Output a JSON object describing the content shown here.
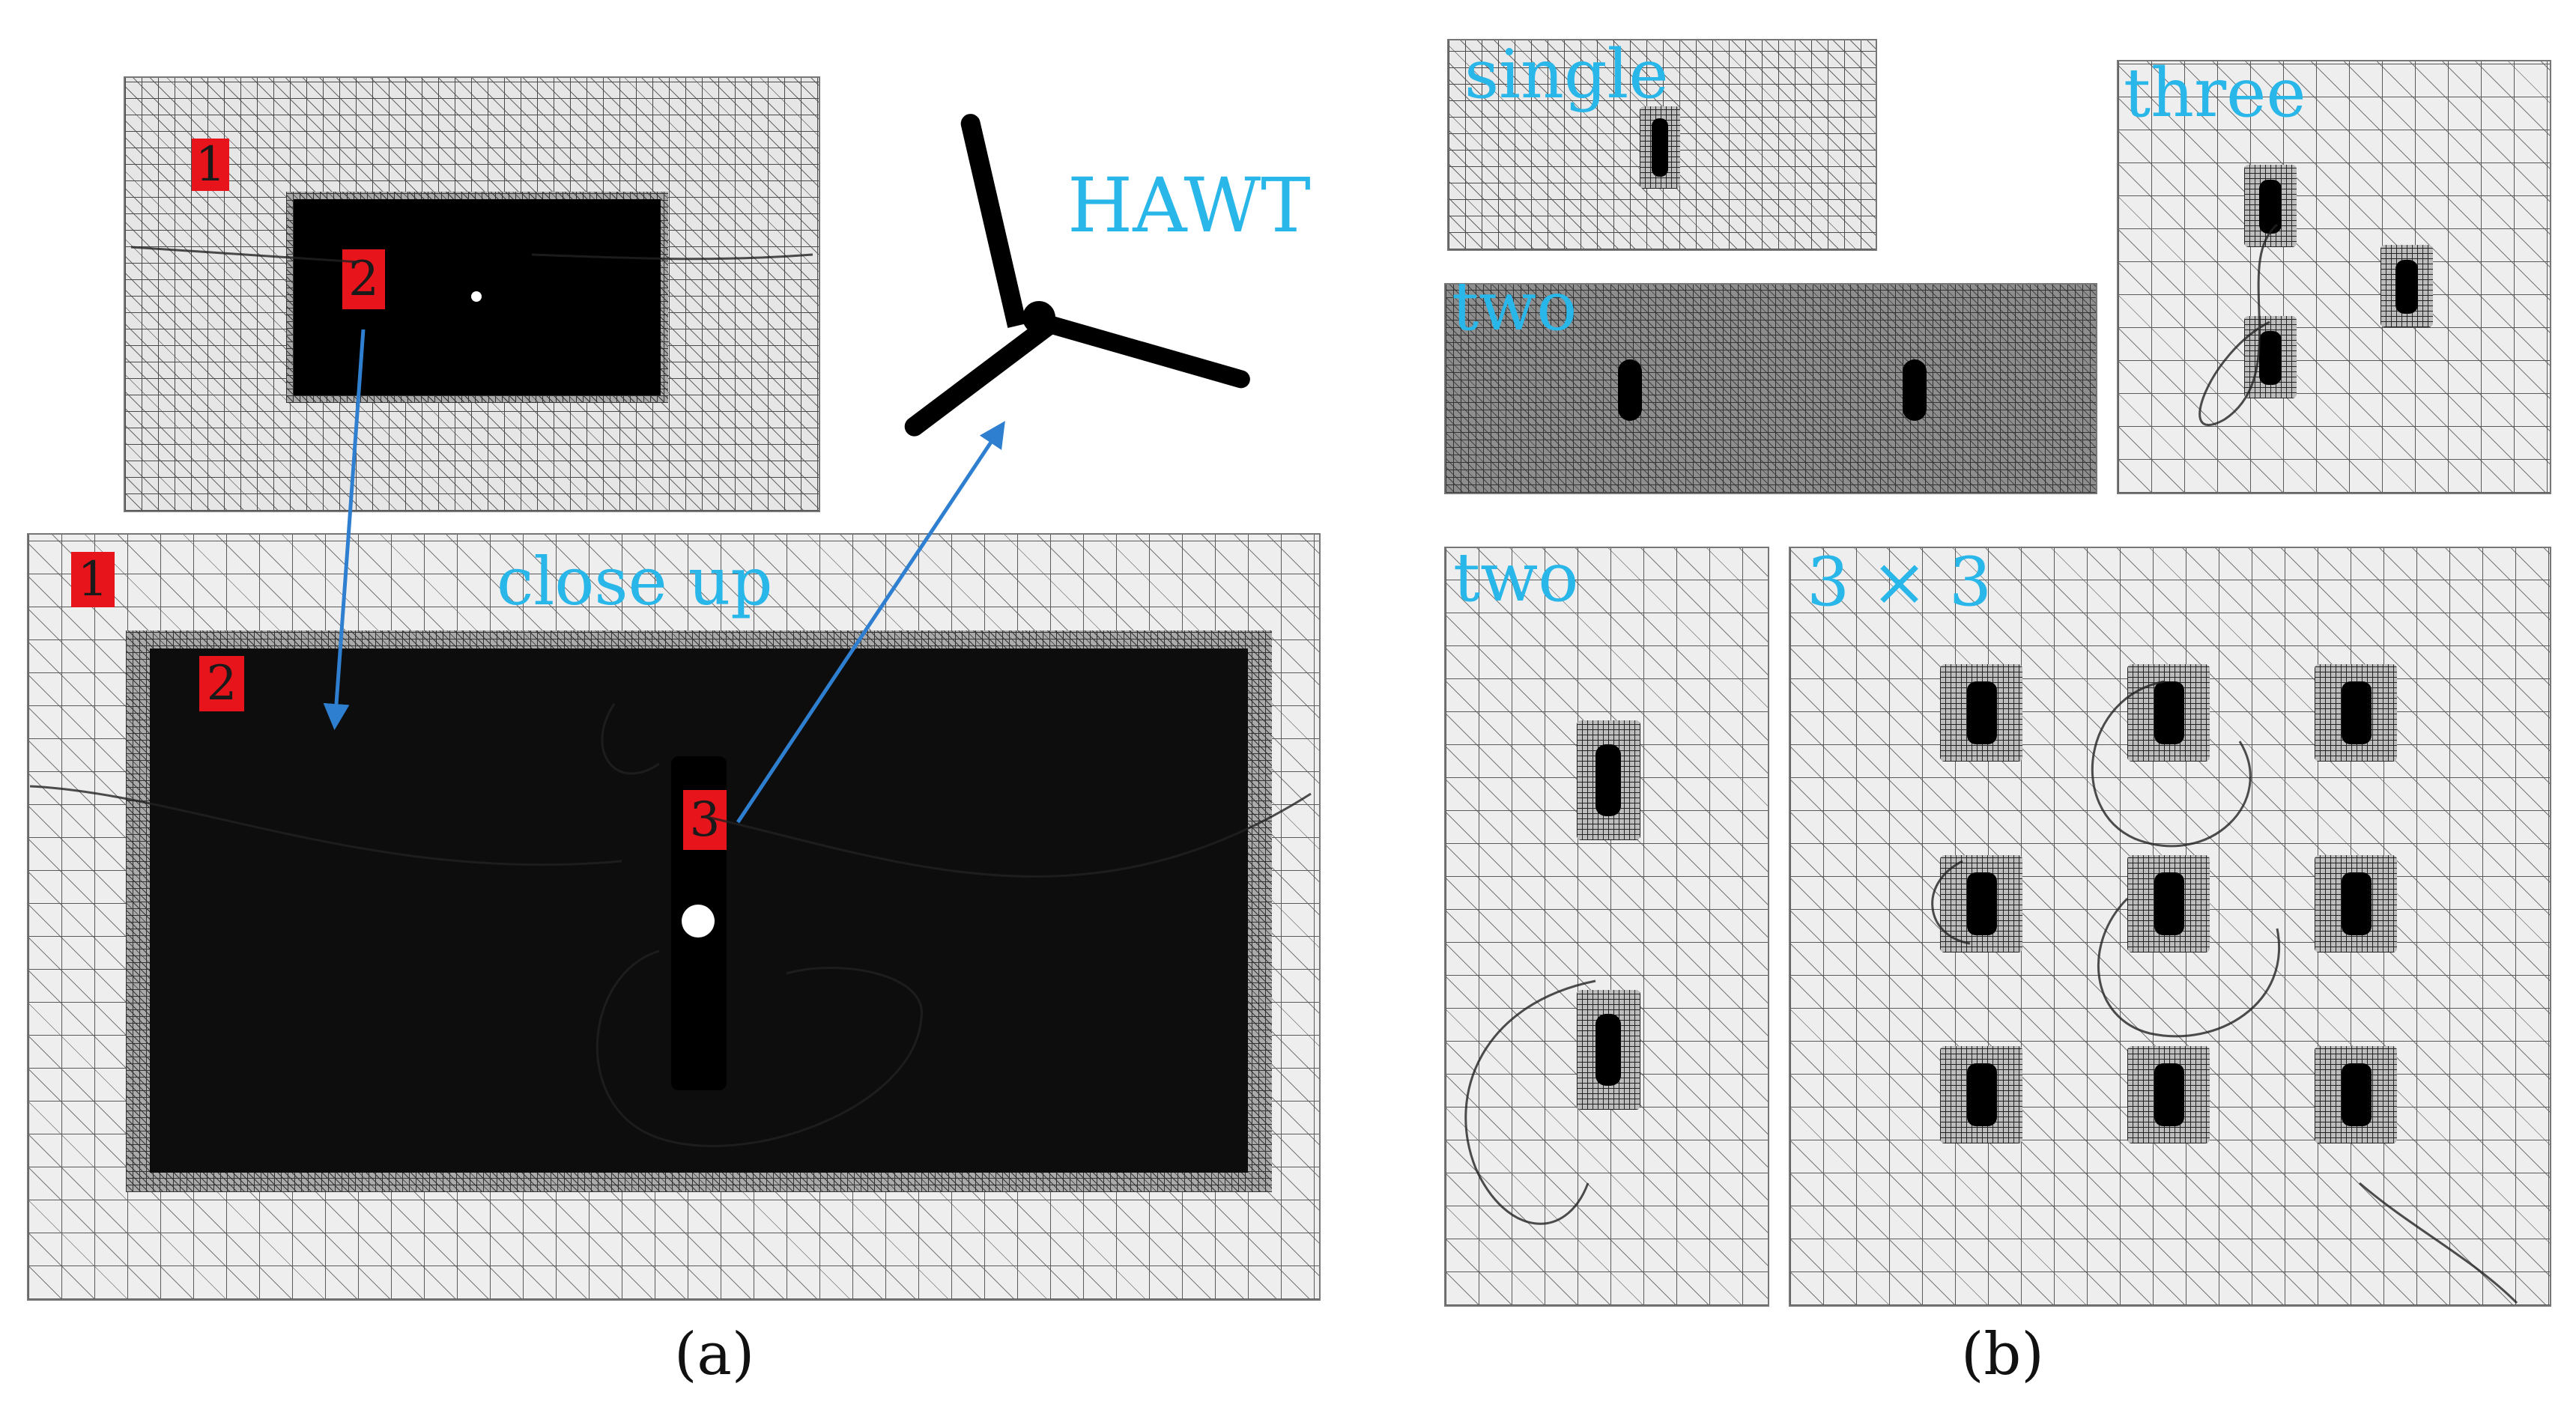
{
  "panel_a": {
    "top_mesh": {
      "zone1": "1",
      "zone2": "2"
    },
    "close_up": {
      "label": "close up",
      "zone1": "1",
      "zone2": "2",
      "zone3": "3"
    },
    "turbine_label": "HAWT",
    "caption": "(a)"
  },
  "panel_b": {
    "single_label": "single",
    "two_label_top": "two",
    "three_label": "three",
    "two_label_bottom": "two",
    "grid_label": "3 × 3",
    "caption": "(b)"
  },
  "colors": {
    "label_cyan": "#29b6e8",
    "tag_red": "#e8141b",
    "arrow_blue": "#2f7fd1",
    "refined_zone": "#000000"
  }
}
